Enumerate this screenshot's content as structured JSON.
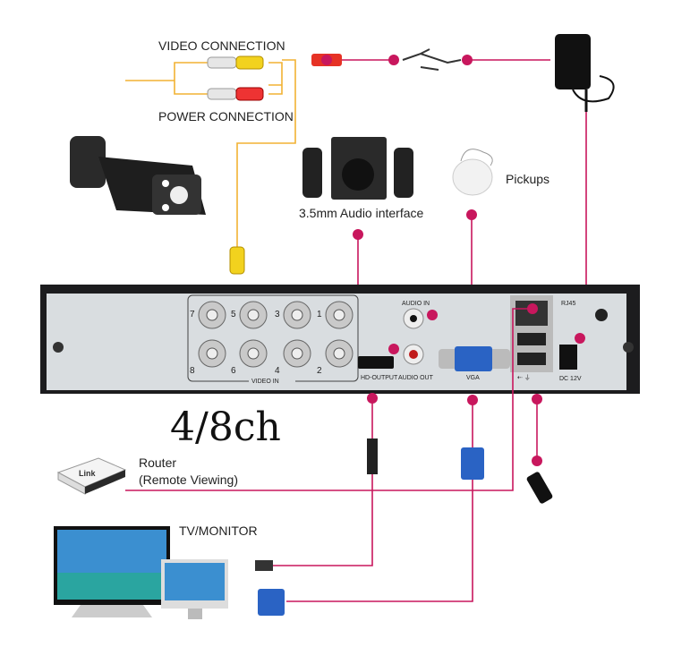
{
  "title": "4/8ch",
  "labels": {
    "video_connection": "VIDEO CONNECTION",
    "power_connection": "POWER CONNECTION",
    "audio_interface": "3.5mm Audio interface",
    "pickups": "Pickups",
    "router": "Router",
    "remote_viewing": "(Remote Viewing)",
    "tv_monitor": "TV/MONITOR"
  },
  "dvr": {
    "video_in": "VIDEO IN",
    "channels_top": [
      "7",
      "5",
      "3",
      "1"
    ],
    "channels_bottom": [
      "8",
      "6",
      "4",
      "2"
    ],
    "audio_in": "AUDIO IN",
    "audio_out": "AUDIO OUT",
    "hd_output": "HD-OUTPUT",
    "vga": "VGA",
    "rj45": "RJ45",
    "dc": "DC 12V",
    "router_brand": "Link"
  },
  "colors": {
    "line": "#c8175d",
    "cable": "#f2b233",
    "panel": "#d9dde0",
    "frame": "#1c1c1e"
  }
}
